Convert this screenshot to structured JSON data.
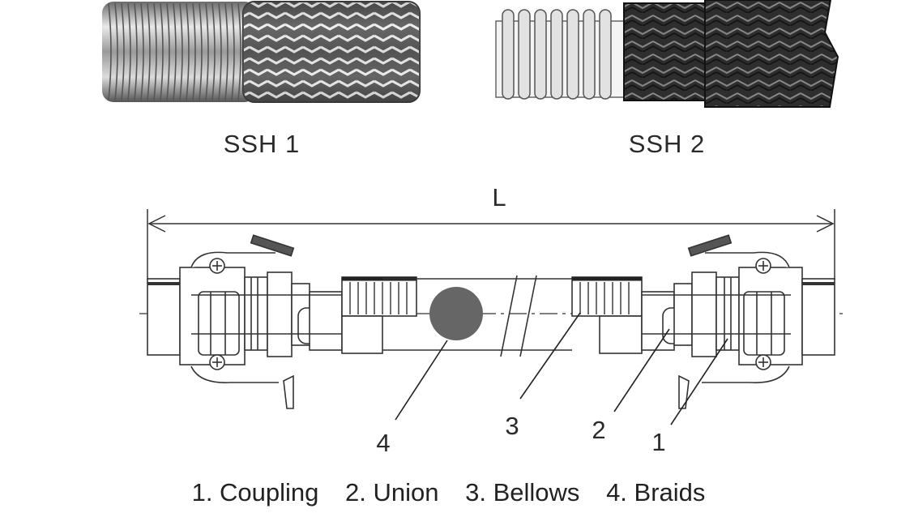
{
  "hoses": [
    {
      "id": "ssh1",
      "label": "SSH 1"
    },
    {
      "id": "ssh2",
      "label": "SSH 2"
    }
  ],
  "dimension": {
    "label": "L"
  },
  "callouts": [
    "1",
    "2",
    "3",
    "4"
  ],
  "legend": [
    {
      "num": "1",
      "text": "1. Coupling"
    },
    {
      "num": "2",
      "text": "2. Union"
    },
    {
      "num": "3",
      "text": "3. Bellows"
    },
    {
      "num": "4",
      "text": "4. Braids"
    }
  ],
  "colors": {
    "line": "#333333",
    "braid_marker": "#666666",
    "braid_dark": "#2b2b2b"
  }
}
